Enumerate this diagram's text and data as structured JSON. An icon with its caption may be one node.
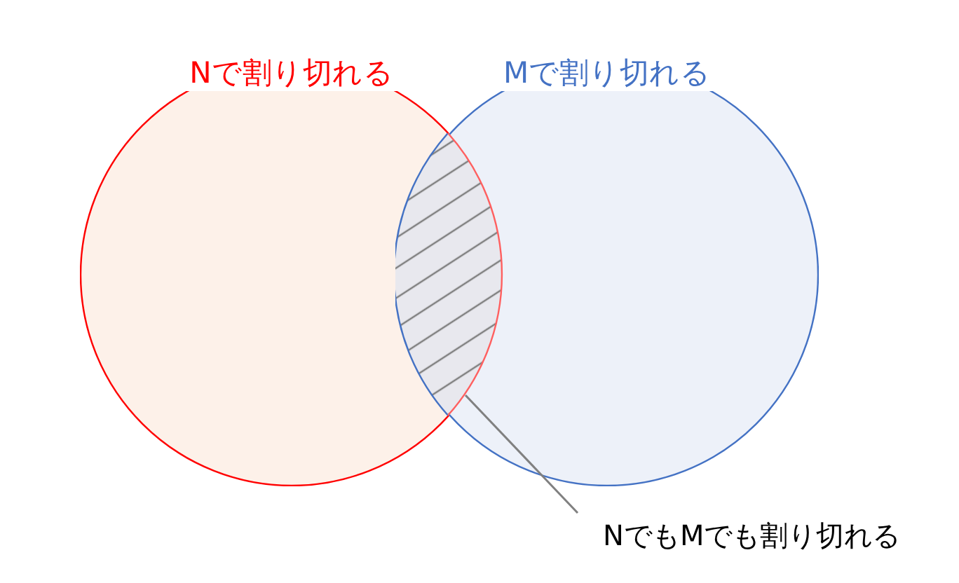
{
  "diagram": {
    "nodes": [
      {
        "text": [
          "Nで割り切れる"
        ]
      },
      {
        "text": [
          "Mで割り切れる"
        ]
      },
      {
        "text": [
          "NでもMでも割り切れる"
        ]
      },
      {
        "text": [],
        "shape": "lens"
      }
    ],
    "edges": [
      {
        "from": 2,
        "to": 3,
        "arrow": "none"
      }
    ]
  }
}
